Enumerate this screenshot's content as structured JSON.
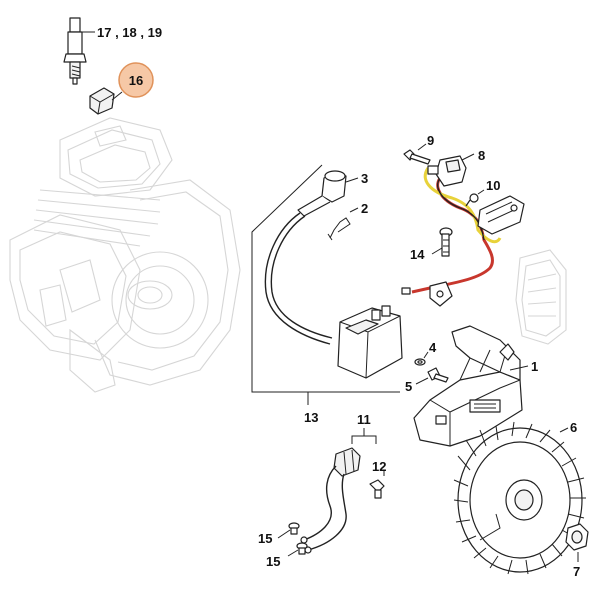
{
  "diagram": {
    "callouts": [
      {
        "id": "c17",
        "text": "17 , 18 , 19"
      },
      {
        "id": "c16",
        "text": "16",
        "highlight": true
      },
      {
        "id": "c9",
        "text": "9"
      },
      {
        "id": "c8",
        "text": "8"
      },
      {
        "id": "c10",
        "text": "10"
      },
      {
        "id": "c3",
        "text": "3"
      },
      {
        "id": "c2",
        "text": "2"
      },
      {
        "id": "c14",
        "text": "14"
      },
      {
        "id": "c4",
        "text": "4"
      },
      {
        "id": "c5",
        "text": "5"
      },
      {
        "id": "c13",
        "text": "13"
      },
      {
        "id": "c1",
        "text": "1"
      },
      {
        "id": "c11",
        "text": "11"
      },
      {
        "id": "c12",
        "text": "12"
      },
      {
        "id": "c6",
        "text": "6"
      },
      {
        "id": "c7",
        "text": "7"
      },
      {
        "id": "c15a",
        "text": "15"
      },
      {
        "id": "c15b",
        "text": "15"
      }
    ],
    "colors": {
      "highlight_fill": "#f6c8a6",
      "highlight_stroke": "#e0925a",
      "wire_red": "#c8372d",
      "wire_yellow": "#e8d23a",
      "ghost_line": "#d6d6d6",
      "line": "#222222"
    }
  }
}
